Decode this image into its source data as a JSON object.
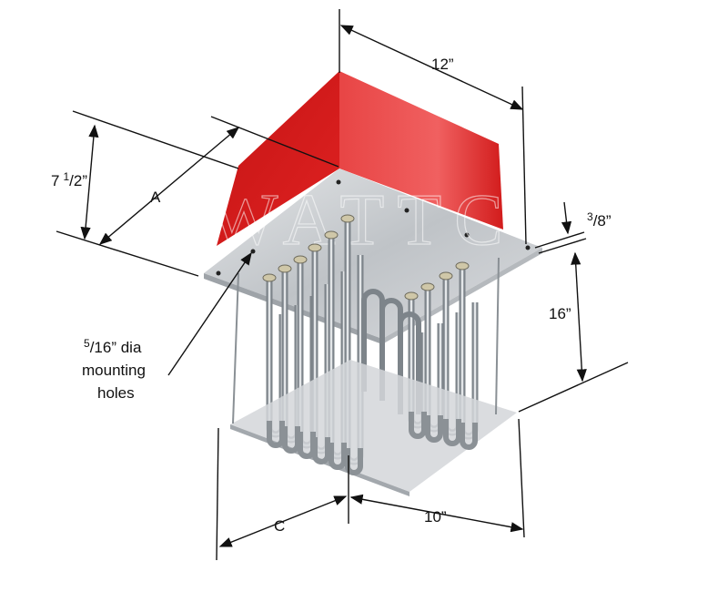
{
  "watermark": "WATTCO",
  "colors": {
    "enclosure": "#d81f1f",
    "plate": "#c9ccd0",
    "element": "#9aa0a6"
  },
  "dimensions": {
    "width_top": "12”",
    "height_box_whole": "7",
    "height_box_frac_num": "1",
    "height_box_frac_den": "2”",
    "diagonal_a": "A",
    "plate_thickness_num": "3",
    "plate_thickness_den": "8”",
    "element_length": "16”",
    "width_bottom": "10”",
    "diagonal_c": "C"
  },
  "callout": {
    "holes_num": "5",
    "holes_den": "16” dia",
    "holes_line2": "mounting",
    "holes_line3": "holes"
  }
}
